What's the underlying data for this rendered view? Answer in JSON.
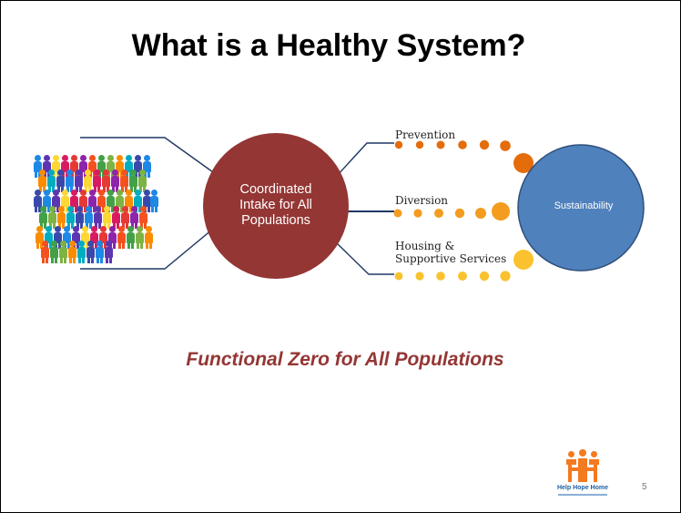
{
  "slide": {
    "title": "What is a Healthy System?",
    "subtitle": "Functional Zero for All Populations",
    "page_number": "5"
  },
  "diagram": {
    "intake": {
      "lines": [
        "Coordinated",
        "Intake for All",
        "Populations"
      ]
    },
    "branches": [
      {
        "label_lines": [
          "Prevention"
        ]
      },
      {
        "label_lines": [
          "Diversion"
        ]
      },
      {
        "label_lines": [
          "Housing &",
          "Supportive Services"
        ]
      }
    ],
    "outcome": {
      "label": "Sustainability"
    }
  },
  "logo": {
    "text": "Help Hope Home"
  },
  "colors": {
    "intake_fill": "#943634",
    "outcome_fill": "#4f81bd",
    "outcome_stroke": "#2f4f7a",
    "connector": "#1f3864",
    "subtitle": "#943634",
    "prevention_dots": "#e46c0a",
    "diversion_dots": "#f39c1f",
    "housing_dots": "#f9c22e",
    "logo_orange": "#f47a20",
    "logo_blue": "#1d5fa6"
  },
  "icons": {
    "people": "crowd-of-people-icon",
    "logo": "family-figures-logo-icon"
  }
}
